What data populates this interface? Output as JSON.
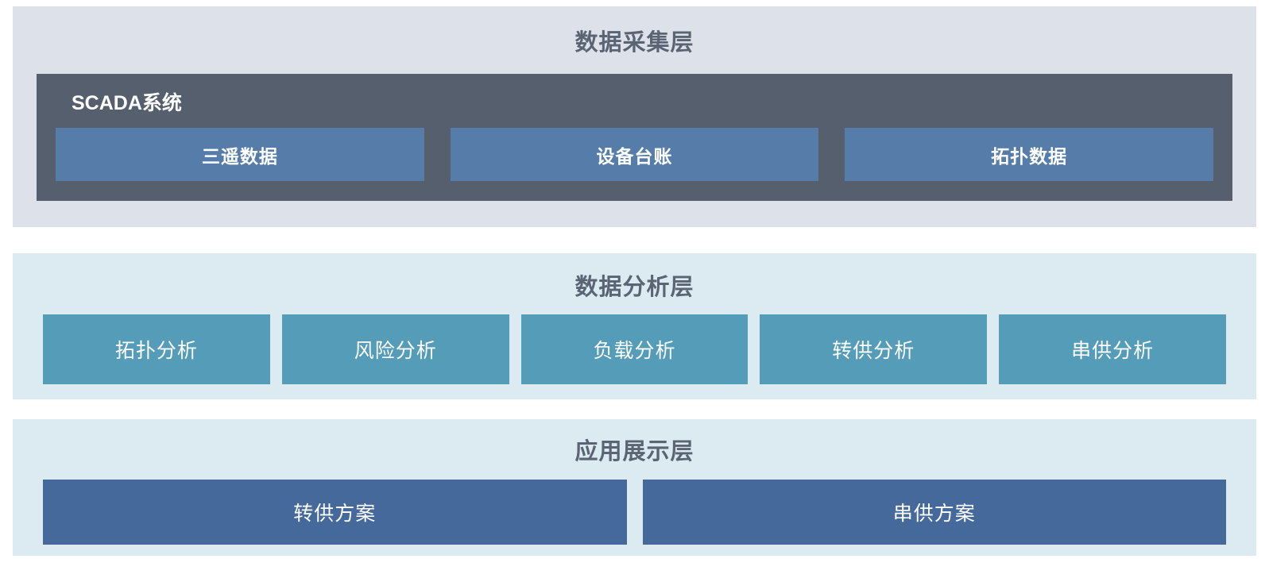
{
  "layers": {
    "collection": {
      "title": "数据采集层",
      "scada": {
        "title": "SCADA系统",
        "items": [
          {
            "label": "三遥数据"
          },
          {
            "label": "设备台账"
          },
          {
            "label": "拓扑数据"
          }
        ]
      }
    },
    "analysis": {
      "title": "数据分析层",
      "items": [
        {
          "label": "拓扑分析"
        },
        {
          "label": "风险分析"
        },
        {
          "label": "负载分析"
        },
        {
          "label": "转供分析"
        },
        {
          "label": "串供分析"
        }
      ]
    },
    "application": {
      "title": "应用展示层",
      "items": [
        {
          "label": "转供方案"
        },
        {
          "label": "串供方案"
        }
      ]
    }
  },
  "colors": {
    "section1_bg": "#dde1ea",
    "section23_bg": "#dcebf2",
    "scada_bg": "#565f6d",
    "data_box_bg": "#567da9",
    "analysis_box_bg": "#549cb7",
    "app_box_bg": "#46699b",
    "title_text": "#5a6472",
    "box_text": "#ffffff"
  }
}
